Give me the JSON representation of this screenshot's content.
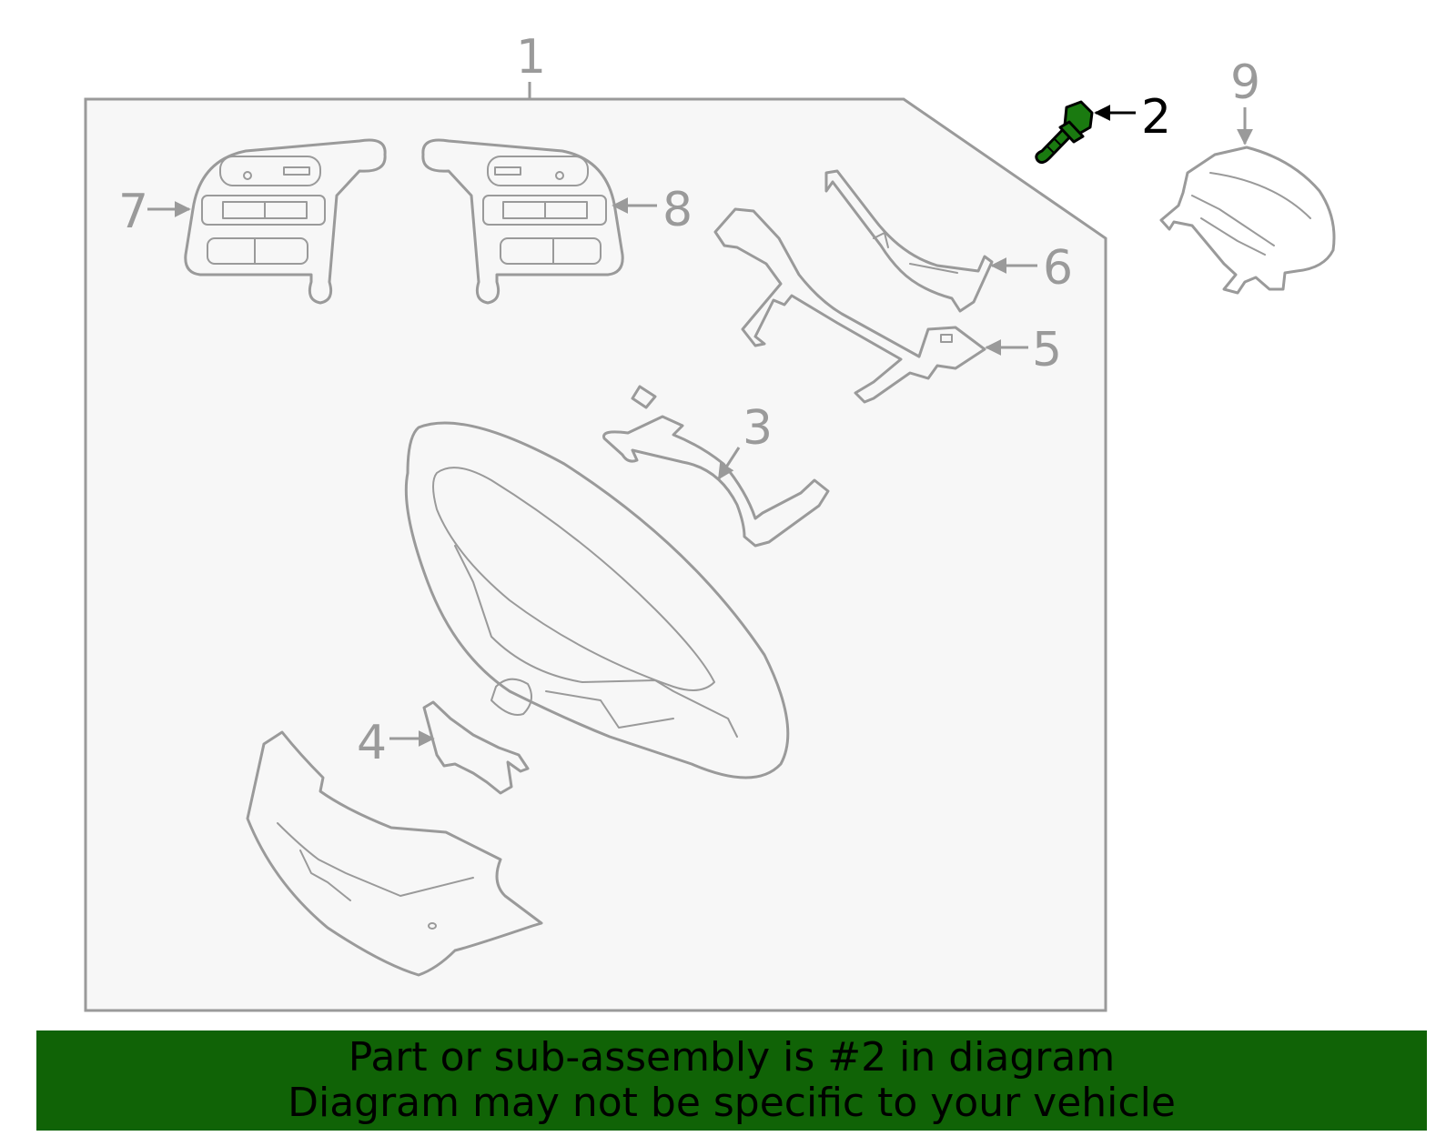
{
  "diagram": {
    "callouts": {
      "c1": "1",
      "c2": "2",
      "c3": "3",
      "c4": "4",
      "c5": "5",
      "c6": "6",
      "c7": "7",
      "c8": "8",
      "c9": "9"
    },
    "highlighted_part": "2",
    "colors": {
      "line": "#9a9a9a",
      "highlight_part": "#1a7a10",
      "banner_background": "#106306",
      "box_fill": "#f7f7f7"
    }
  },
  "banner": {
    "line1": "Part or sub-assembly is #2 in diagram",
    "line2": "Diagram may not be specific to your vehicle"
  }
}
